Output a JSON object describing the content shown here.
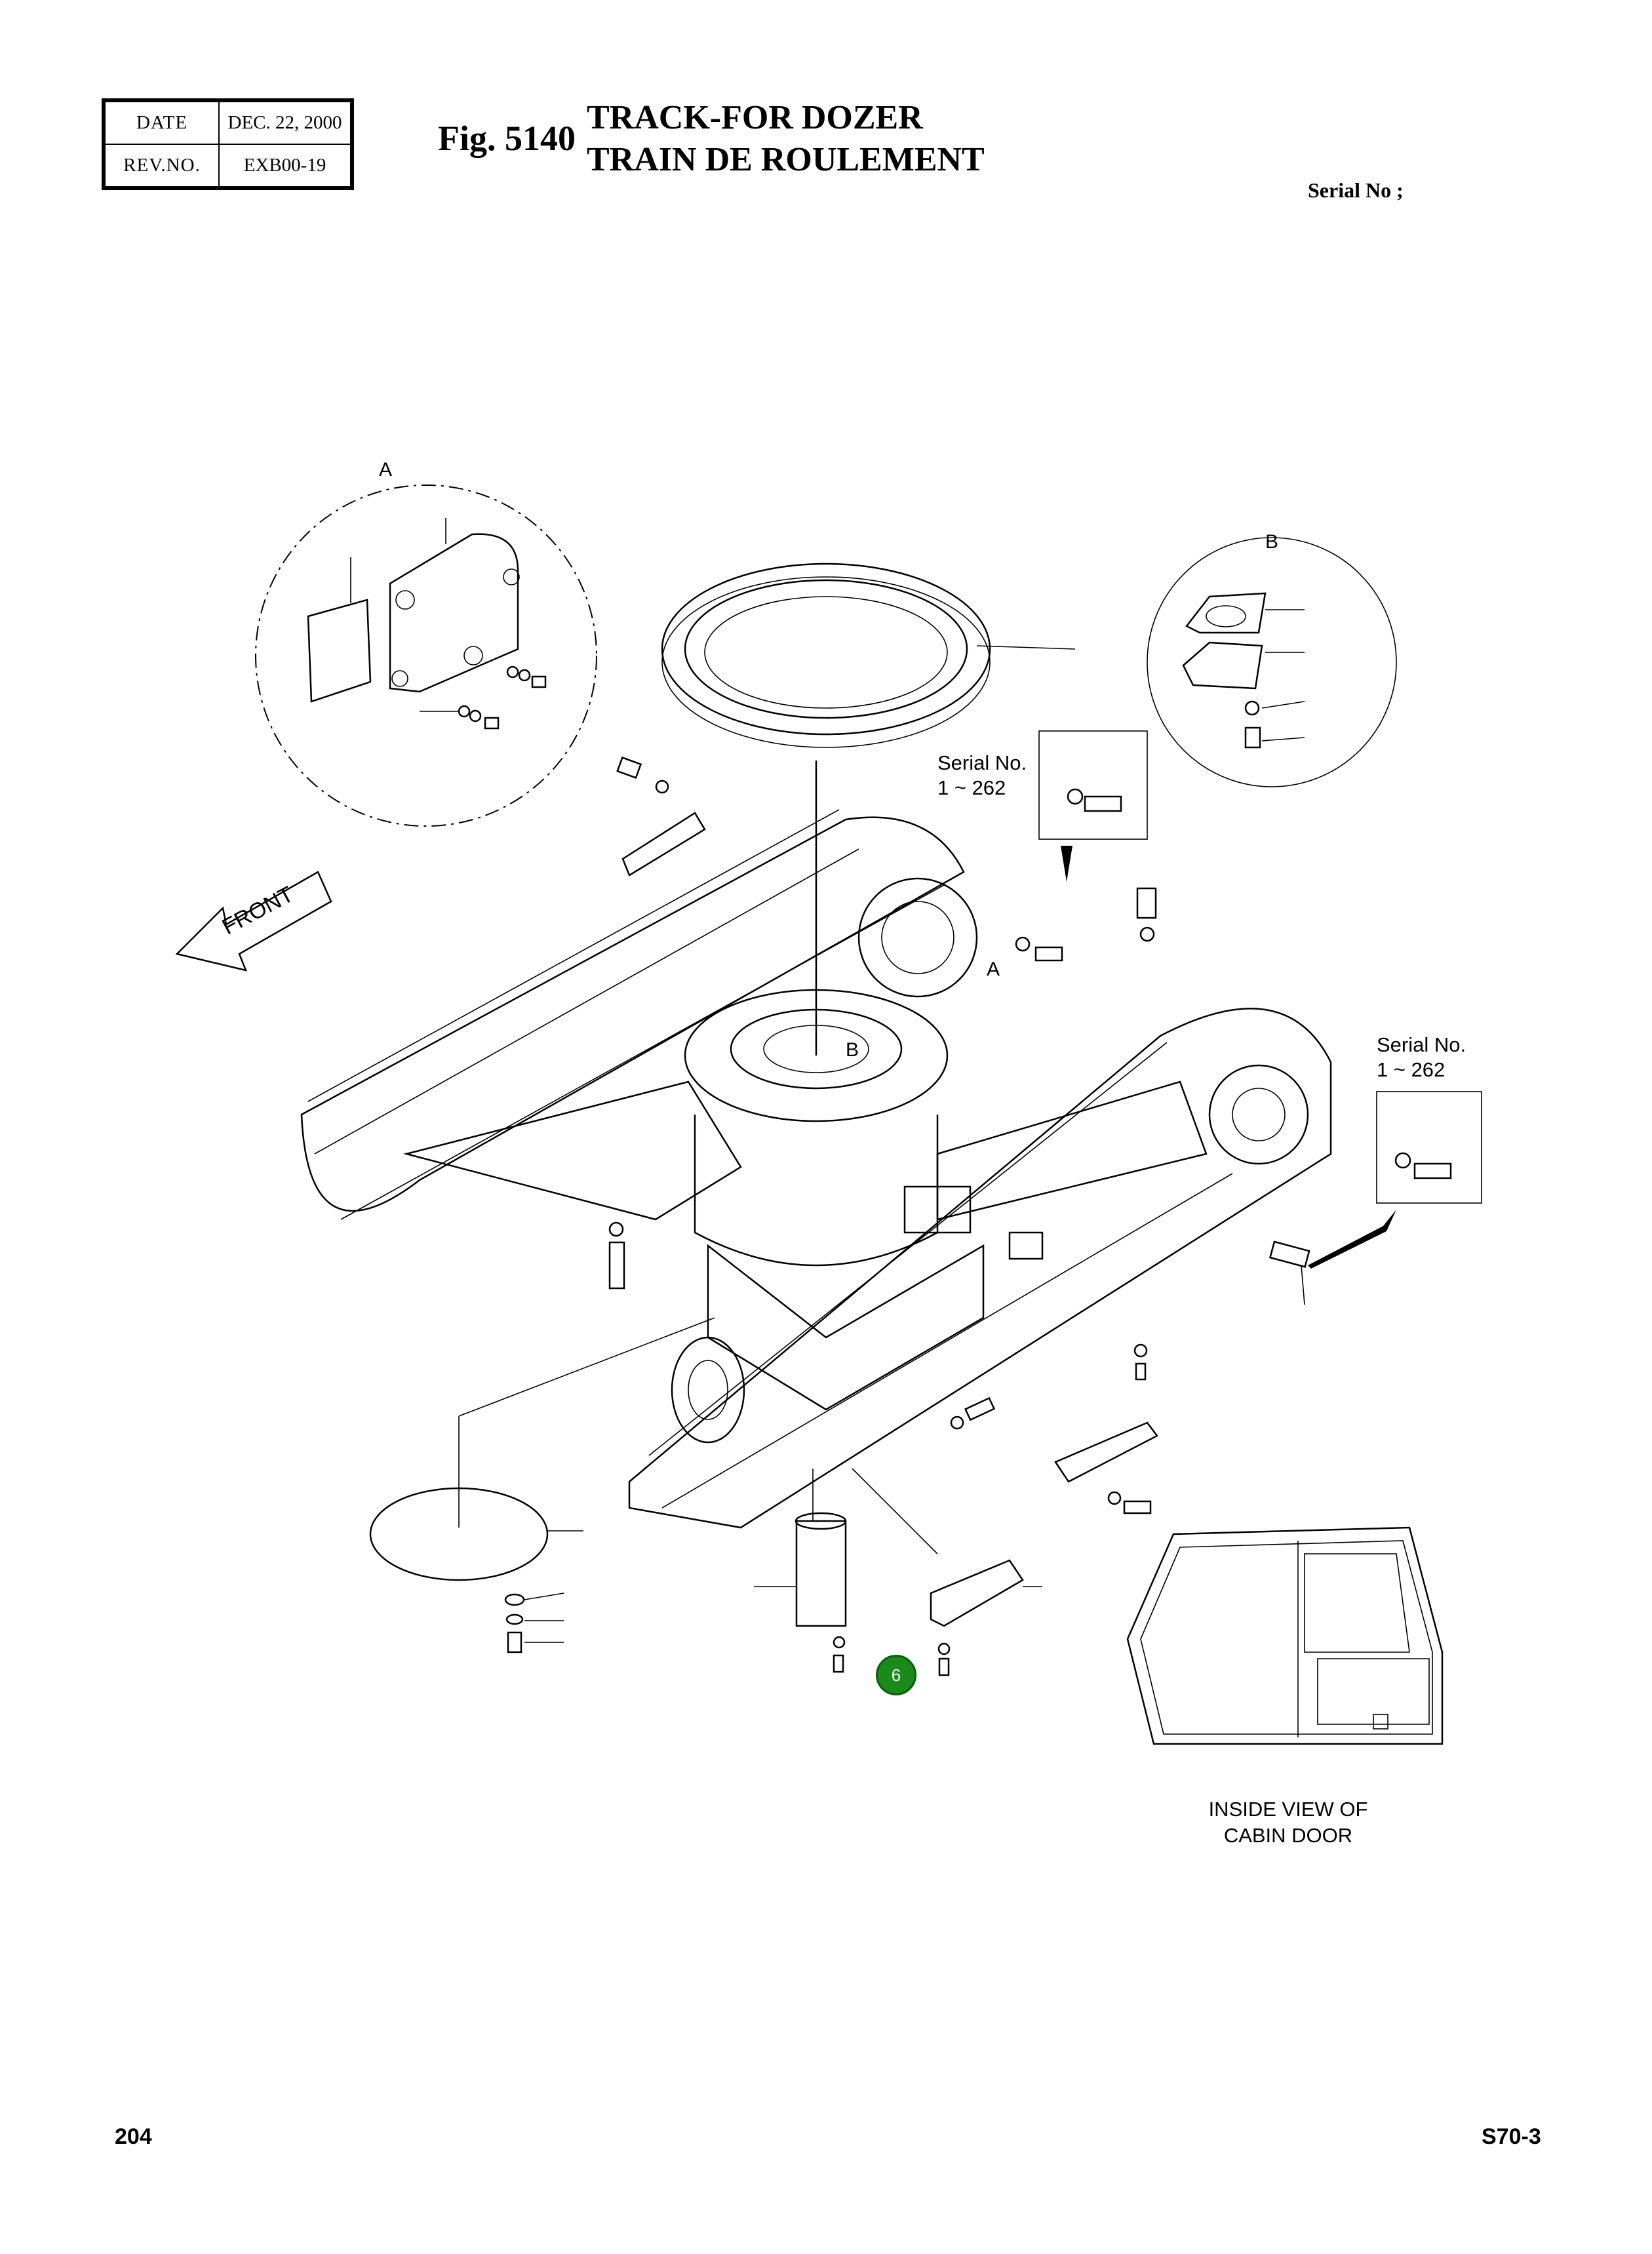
{
  "header": {
    "date_label": "DATE",
    "date_value": "DEC. 22, 2000",
    "rev_label": "REV.NO.",
    "rev_value": "EXB00-19",
    "fig_label": "Fig. 5140",
    "title_en": "TRACK-FOR DOZER",
    "title_fr": "TRAIN DE ROULEMENT",
    "serial_label": "Serial No ;"
  },
  "diagram": {
    "front_label": "FRONT",
    "detail_a": "A",
    "detail_b": "B",
    "marker_a": "A",
    "marker_b": "B",
    "serial_note_1": {
      "line1": "Serial No.",
      "line2": "1 ~ 262"
    },
    "serial_note_2": {
      "line1": "Serial No.",
      "line2": "1 ~ 262"
    },
    "cabin_caption": {
      "line1": "INSIDE VIEW OF",
      "line2": "CABIN DOOR"
    },
    "callout_number": "6",
    "callout_color": "#1a8a1a"
  },
  "footer": {
    "page_number": "204",
    "model": "S70-3"
  }
}
